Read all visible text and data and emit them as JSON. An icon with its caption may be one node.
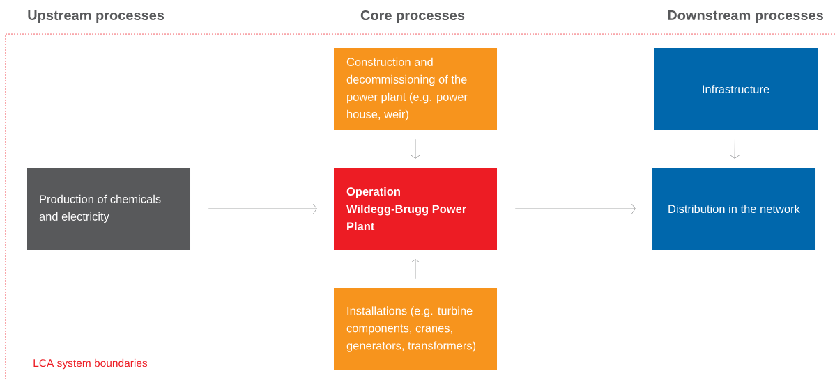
{
  "diagram": {
    "nodes": [
      {
        "text": [
          "Production of chemicals and electricity"
        ]
      },
      {
        "text": [
          "Construction and decommissioning of the power plant (e.g. power house, weir)"
        ]
      },
      {
        "text": [
          "Operation Wildegg-Brugg Power Plant"
        ]
      },
      {
        "text": [
          "Installations (e.g. turbine components, cranes, generators, transformers)"
        ]
      },
      {
        "text": [
          "Infrastructure"
        ]
      },
      {
        "text": [
          "Distribution in the network"
        ]
      }
    ],
    "edges": [
      {
        "from": 0,
        "to": 2,
        "arrow": "to"
      },
      {
        "from": 1,
        "to": 2,
        "arrow": "to"
      },
      {
        "from": 3,
        "to": 2,
        "arrow": "to"
      },
      {
        "from": 2,
        "to": 5,
        "arrow": "to"
      },
      {
        "from": 4,
        "to": 5,
        "arrow": "to"
      }
    ],
    "labels": [
      "Upstream processes",
      "Core processes",
      "Downstream processes",
      "LCA system boundaries"
    ]
  }
}
